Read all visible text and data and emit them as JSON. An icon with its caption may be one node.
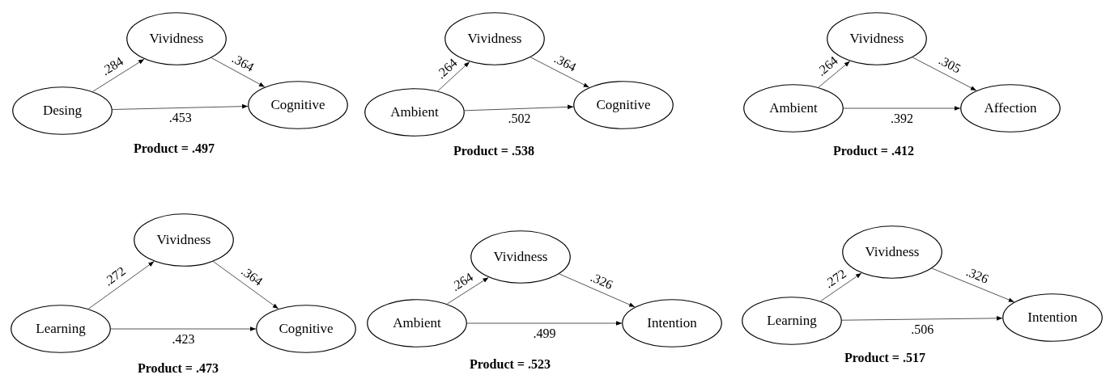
{
  "diagram": {
    "nodes": [
      {
        "text": [
          "Vividness"
        ]
      },
      {
        "text": [
          "Desing"
        ]
      },
      {
        "text": [
          "Cognitive"
        ]
      },
      {
        "text": [
          "Vividness"
        ]
      },
      {
        "text": [
          "Ambient"
        ]
      },
      {
        "text": [
          "Cognitive"
        ]
      },
      {
        "text": [
          "Vividness"
        ]
      },
      {
        "text": [
          "Ambient"
        ]
      },
      {
        "text": [
          "Affection"
        ]
      },
      {
        "text": [
          "Vividness"
        ]
      },
      {
        "text": [
          "Learning"
        ]
      },
      {
        "text": [
          "Cognitive"
        ]
      },
      {
        "text": [
          "Vividness"
        ]
      },
      {
        "text": [
          "Ambient"
        ]
      },
      {
        "text": [
          "Intention"
        ]
      },
      {
        "text": [
          "Vividness"
        ]
      },
      {
        "text": [
          "Learning"
        ]
      },
      {
        "text": [
          "Intention"
        ]
      }
    ],
    "edges": [
      {
        "from": 1,
        "to": 0,
        "arrow": "to",
        "label": ".284"
      },
      {
        "from": 0,
        "to": 2,
        "arrow": "to",
        "label": ".364"
      },
      {
        "from": 1,
        "to": 2,
        "arrow": "to",
        "label": ".453"
      },
      {
        "from": 4,
        "to": 3,
        "arrow": "to",
        "label": ".264"
      },
      {
        "from": 3,
        "to": 5,
        "arrow": "to",
        "label": ".364"
      },
      {
        "from": 4,
        "to": 5,
        "arrow": "to",
        "label": ".502"
      },
      {
        "from": 7,
        "to": 6,
        "arrow": "to",
        "label": ".264"
      },
      {
        "from": 6,
        "to": 8,
        "arrow": "to",
        "label": ".305"
      },
      {
        "from": 7,
        "to": 8,
        "arrow": "to",
        "label": ".392"
      },
      {
        "from": 10,
        "to": 9,
        "arrow": "to",
        "label": ".272"
      },
      {
        "from": 9,
        "to": 11,
        "arrow": "to",
        "label": ".364"
      },
      {
        "from": 10,
        "to": 11,
        "arrow": "to",
        "label": ".423"
      },
      {
        "from": 13,
        "to": 12,
        "arrow": "to",
        "label": ".264"
      },
      {
        "from": 12,
        "to": 14,
        "arrow": "to",
        "label": ".326"
      },
      {
        "from": 13,
        "to": 14,
        "arrow": "to",
        "label": ".499"
      },
      {
        "from": 16,
        "to": 15,
        "arrow": "to",
        "label": ".272"
      },
      {
        "from": 15,
        "to": 17,
        "arrow": "to",
        "label": ".326"
      },
      {
        "from": 16,
        "to": 17,
        "arrow": "to",
        "label": ".506"
      }
    ],
    "labels": [
      "Product = .497",
      "Product = .538",
      "Product = .412",
      "Product = .473",
      "Product = .523",
      "Product = .517"
    ]
  }
}
